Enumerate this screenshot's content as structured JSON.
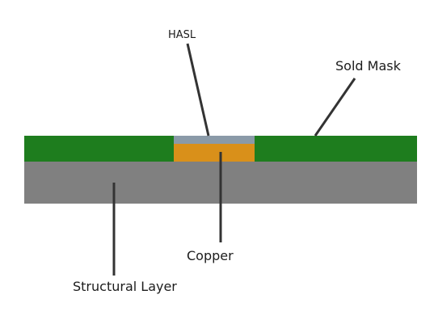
{
  "labels": {
    "hasl": "HASL",
    "solder_mask": "Sold Mask",
    "copper": "Copper",
    "structural": "Structural Layer"
  },
  "colors": {
    "solder_mask": "#1e7d1e",
    "hasl": "#8a9aa8",
    "copper": "#d9901a",
    "structural": "#808080",
    "leader_line": "#333333"
  }
}
